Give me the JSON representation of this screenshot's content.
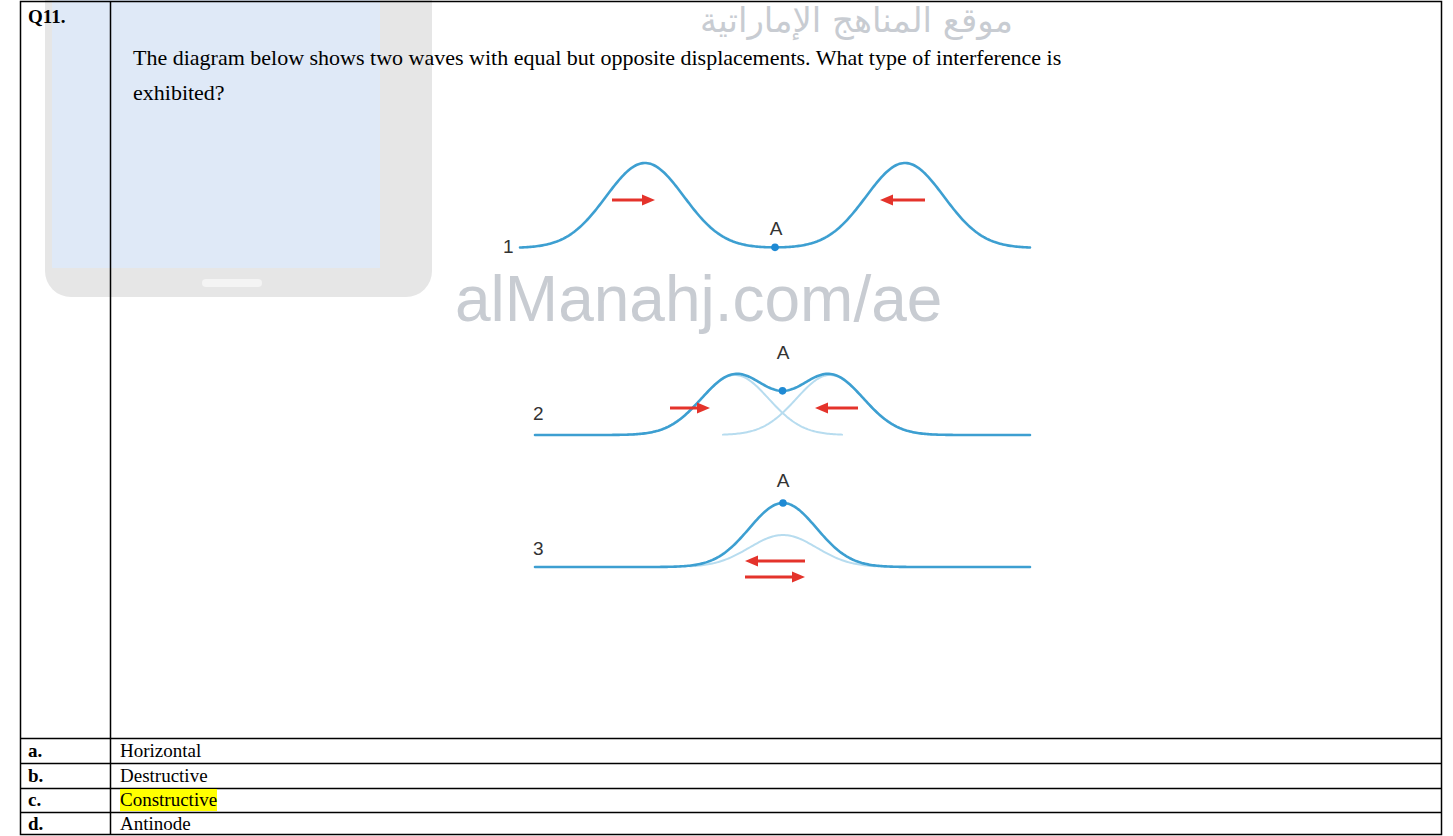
{
  "diagram": {
    "labels": [
      "Q11.",
      "موقع المناهج الإماراتية",
      "The diagram below shows two waves with equal but opposite displacements.  What type of interference is exhibited?",
      "1",
      "A",
      "alManahj.com/ae",
      "A",
      "2",
      "A",
      "3",
      "a.",
      "Horizontal",
      "b.",
      "Destructive",
      "c.",
      "Constructive",
      "d.",
      "Antinode"
    ]
  }
}
